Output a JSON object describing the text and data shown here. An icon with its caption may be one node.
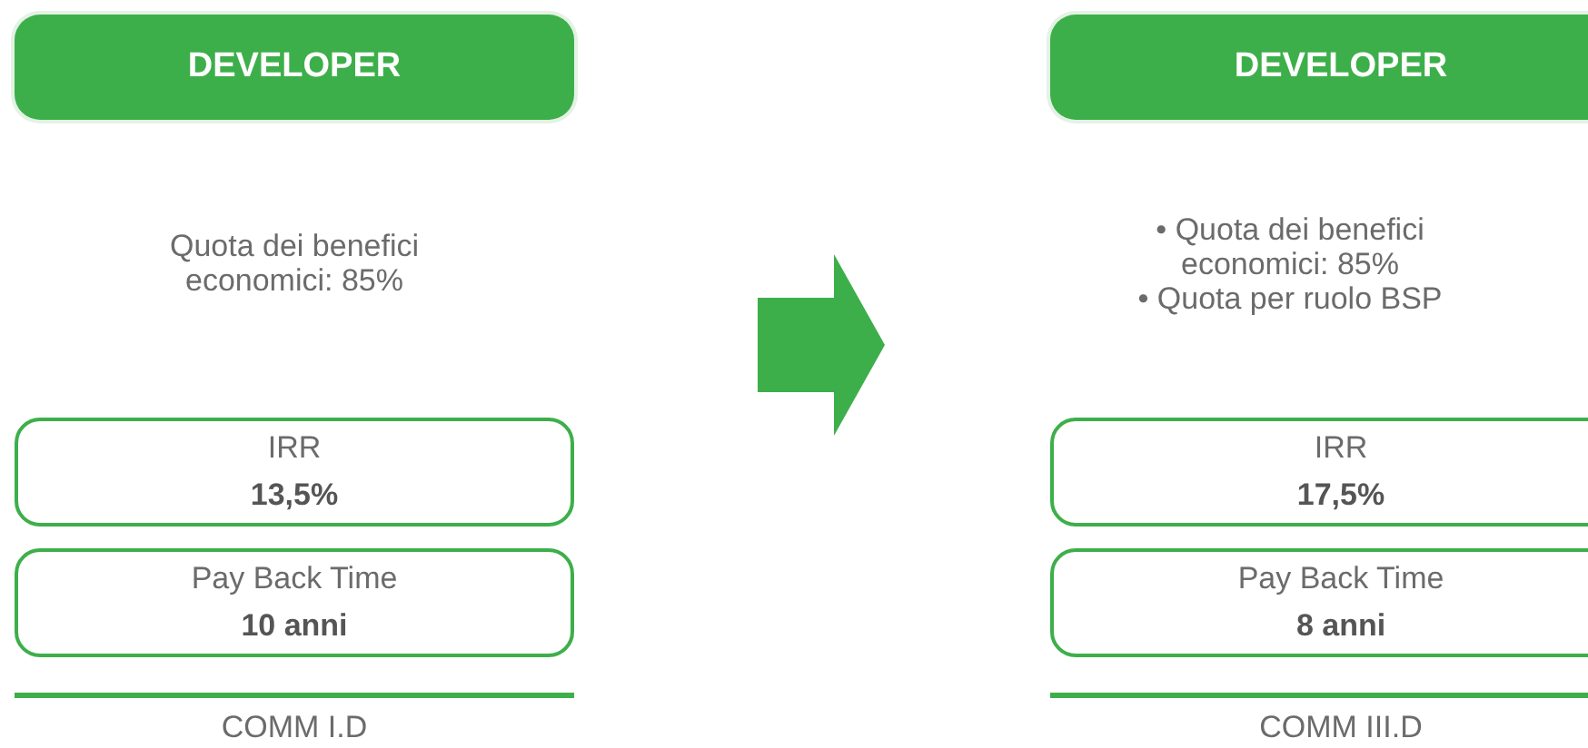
{
  "diagram": {
    "nodes": [
      {
        "text": [
          "DEVELOPER"
        ]
      },
      {
        "text": [
          "Quota dei benefici economici: 85%"
        ]
      },
      {
        "text": [
          "IRR",
          "13,5%"
        ]
      },
      {
        "text": [
          "Pay Back Time",
          "10 anni"
        ]
      },
      {
        "text": [
          "DEVELOPER"
        ]
      },
      {
        "text": [
          "• Quota dei benefici economici: 85%",
          "• Quota per ruolo BSP"
        ]
      },
      {
        "text": [
          "IRR",
          "17,5%"
        ]
      },
      {
        "text": [
          "Pay Back Time",
          "8 anni"
        ]
      }
    ],
    "labels": [
      "COMM I.D",
      "COMM III.D"
    ]
  }
}
